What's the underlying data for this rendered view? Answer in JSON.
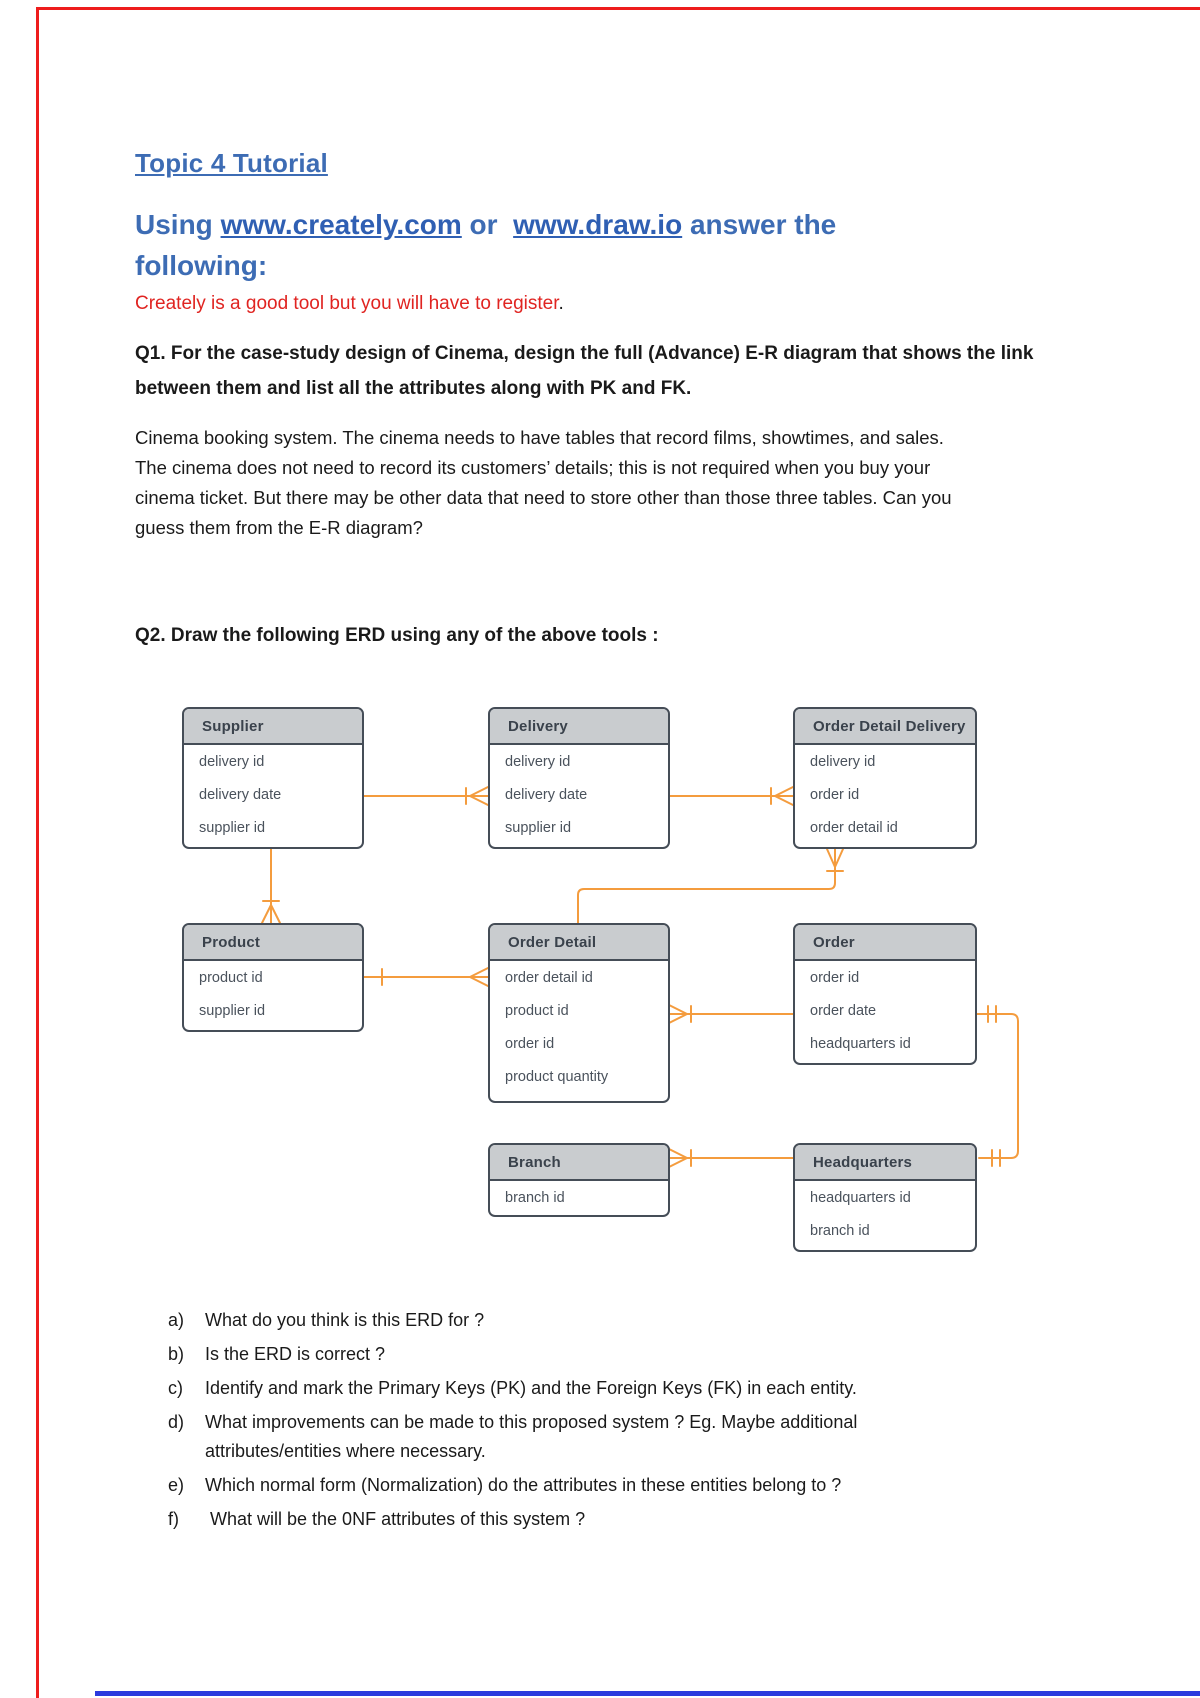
{
  "page": {
    "title": "Topic 4 Tutorial",
    "subtitle": {
      "prefix": "Using ",
      "link1": "www.creately.com",
      "mid": " or  ",
      "link2": "www.draw.io",
      "suffix": " answer the",
      "line2": "following:"
    },
    "note_red": "Creately is a good tool but you will have to register",
    "note_period": ".",
    "q1_lines": [
      "Q1. For the case-study design of Cinema, design the full (Advance) E-R diagram that shows the link",
      "between them and list all the attributes along with PK and FK."
    ],
    "body_lines": [
      "Cinema booking system. The cinema needs to have tables that record films, showtimes, and sales.",
      "The cinema does not need to record its customers’ details; this is not required when you buy your",
      "cinema ticket. But there may be other data that need to store other than those three tables. Can you",
      "guess them from the E-R diagram?"
    ],
    "q2": "Q2. Draw the following ERD using any of the above tools :",
    "questions": [
      {
        "letter": "a)",
        "lines": [
          "What do you think is this ERD for ?"
        ]
      },
      {
        "letter": "b)",
        "lines": [
          "Is the ERD is correct ?"
        ]
      },
      {
        "letter": "c)",
        "lines": [
          "Identify and mark the Primary Keys (PK) and the Foreign Keys (FK) in each entity."
        ]
      },
      {
        "letter": "d)",
        "lines": [
          "What improvements can be made to this proposed system ? Eg. Maybe additional",
          "attributes/entities where necessary."
        ]
      },
      {
        "letter": "e)",
        "lines": [
          "Which normal form (Normalization) do the attributes in these entities belong to ?"
        ]
      },
      {
        "letter": "f)",
        "lines": [
          " What will be the 0NF attributes of this system ?"
        ]
      }
    ]
  },
  "erd": {
    "entities": [
      {
        "name": "Supplier",
        "attributes": [
          "delivery id",
          "delivery date",
          "supplier id"
        ]
      },
      {
        "name": "Delivery",
        "attributes": [
          "delivery id",
          "delivery date",
          "supplier id"
        ]
      },
      {
        "name": "Order Detail Delivery",
        "attributes": [
          "delivery id",
          "order id",
          "order detail id"
        ]
      },
      {
        "name": "Product",
        "attributes": [
          "product id",
          "supplier id"
        ]
      },
      {
        "name": "Order Detail",
        "attributes": [
          "order detail id",
          "product id",
          "order id",
          "product quantity"
        ]
      },
      {
        "name": "Order",
        "attributes": [
          "order id",
          "order date",
          "headquarters id"
        ]
      },
      {
        "name": "Branch",
        "attributes": [
          "branch id"
        ]
      },
      {
        "name": "Headquarters",
        "attributes": [
          "headquarters id",
          "branch id"
        ]
      }
    ]
  },
  "colors": {
    "heading_blue": "#3d6cb4",
    "link_blue": "#2f5fb3",
    "note_red": "#e02421",
    "connector_orange": "#f49c3e",
    "entity_border": "#454d57",
    "entity_header_bg": "#c9cccf",
    "border_red": "#ee1c1c",
    "border_blue": "#2b3ade"
  }
}
